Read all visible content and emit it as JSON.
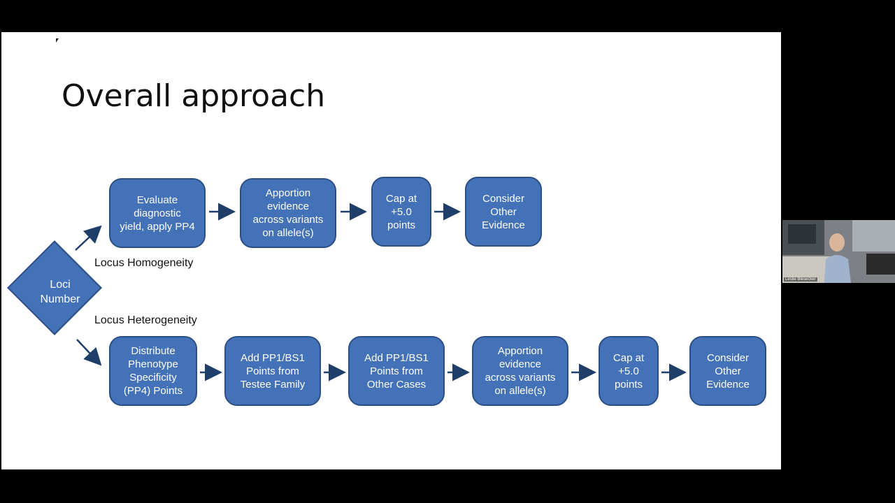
{
  "slide": {
    "title": "Overall approach",
    "decision": {
      "label": "Loci\nNumber"
    },
    "branch_labels": {
      "top": "Locus Homogeneity",
      "bottom": "Locus Heterogeneity"
    },
    "top_row": [
      "Evaluate\ndiagnostic\nyield, apply PP4",
      "Apportion\nevidence\nacross variants\non allele(s)",
      "Cap at\n+5.0\npoints",
      "Consider\nOther\nEvidence"
    ],
    "bottom_row": [
      "Distribute\nPhenotype\nSpecificity\n(PP4) Points",
      "Add PP1/BS1\nPoints from\nTestee Family",
      "Add PP1/BS1\nPoints from\nOther Cases",
      "Apportion\nevidence\nacross variants\non allele(s)",
      "Cap at\n+5.0\npoints",
      "Consider\nOther\nEvidence"
    ],
    "colors": {
      "box_fill": "#4472b8",
      "box_border": "#2b4f84",
      "arrow": "#1f3f6a"
    }
  },
  "participant": {
    "name": "Leslie Biesecker"
  }
}
